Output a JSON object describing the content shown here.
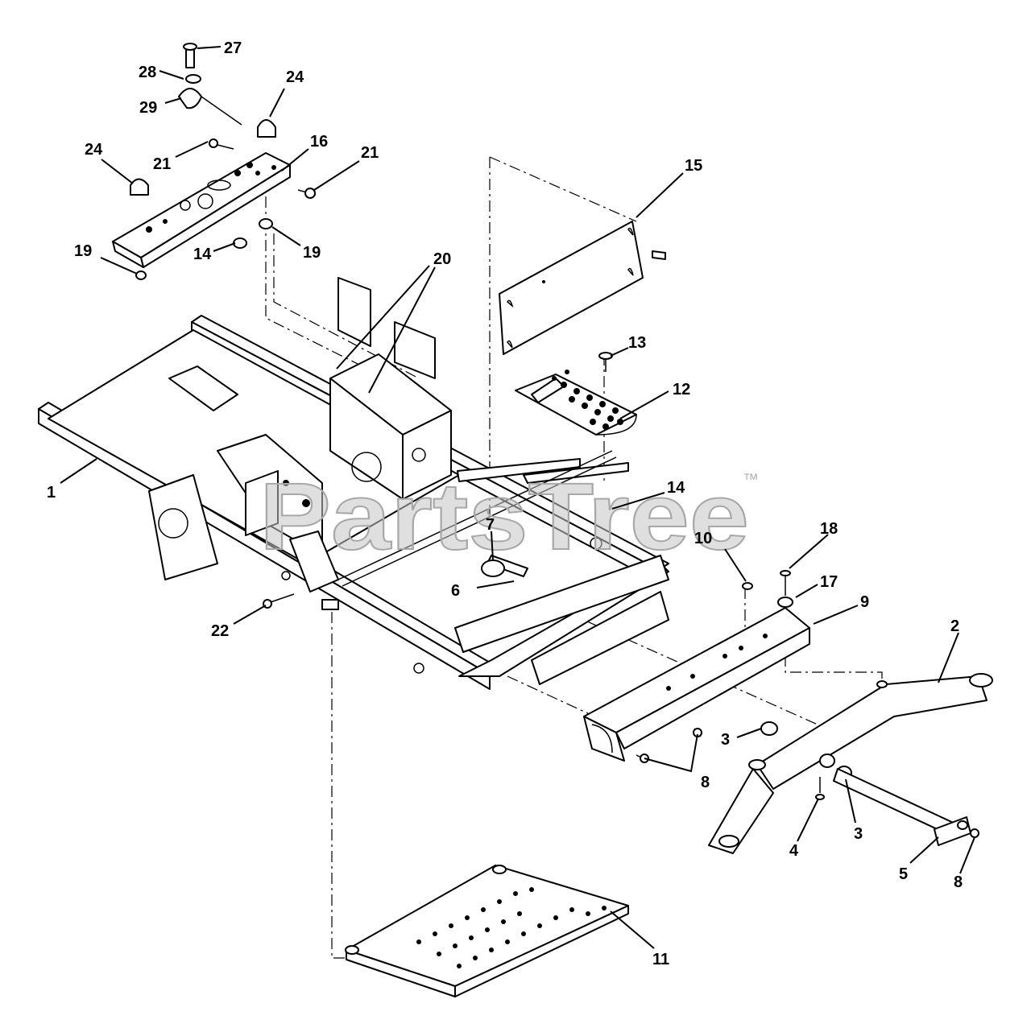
{
  "watermark": {
    "text": "PartsTree",
    "trademark": "™"
  },
  "callouts": [
    {
      "id": "c27",
      "text": "27"
    },
    {
      "id": "c28",
      "text": "28"
    },
    {
      "id": "c29",
      "text": "29"
    },
    {
      "id": "c24a",
      "text": "24"
    },
    {
      "id": "c24b",
      "text": "24"
    },
    {
      "id": "c16",
      "text": "16"
    },
    {
      "id": "c21a",
      "text": "21"
    },
    {
      "id": "c21b",
      "text": "21"
    },
    {
      "id": "c15",
      "text": "15"
    },
    {
      "id": "c19a",
      "text": "19"
    },
    {
      "id": "c19b",
      "text": "19"
    },
    {
      "id": "c14a",
      "text": "14"
    },
    {
      "id": "c20",
      "text": "20"
    },
    {
      "id": "c13",
      "text": "13"
    },
    {
      "id": "c12",
      "text": "12"
    },
    {
      "id": "c1",
      "text": "1"
    },
    {
      "id": "c14b",
      "text": "14"
    },
    {
      "id": "c7",
      "text": "7"
    },
    {
      "id": "c10",
      "text": "10"
    },
    {
      "id": "c18",
      "text": "18"
    },
    {
      "id": "c17",
      "text": "17"
    },
    {
      "id": "c9",
      "text": "9"
    },
    {
      "id": "c6",
      "text": "6"
    },
    {
      "id": "c2",
      "text": "2"
    },
    {
      "id": "c22",
      "text": "22"
    },
    {
      "id": "c3a",
      "text": "3"
    },
    {
      "id": "c8a",
      "text": "8"
    },
    {
      "id": "c3b",
      "text": "3"
    },
    {
      "id": "c4",
      "text": "4"
    },
    {
      "id": "c5",
      "text": "5"
    },
    {
      "id": "c8b",
      "text": "8"
    },
    {
      "id": "c11",
      "text": "11"
    }
  ]
}
